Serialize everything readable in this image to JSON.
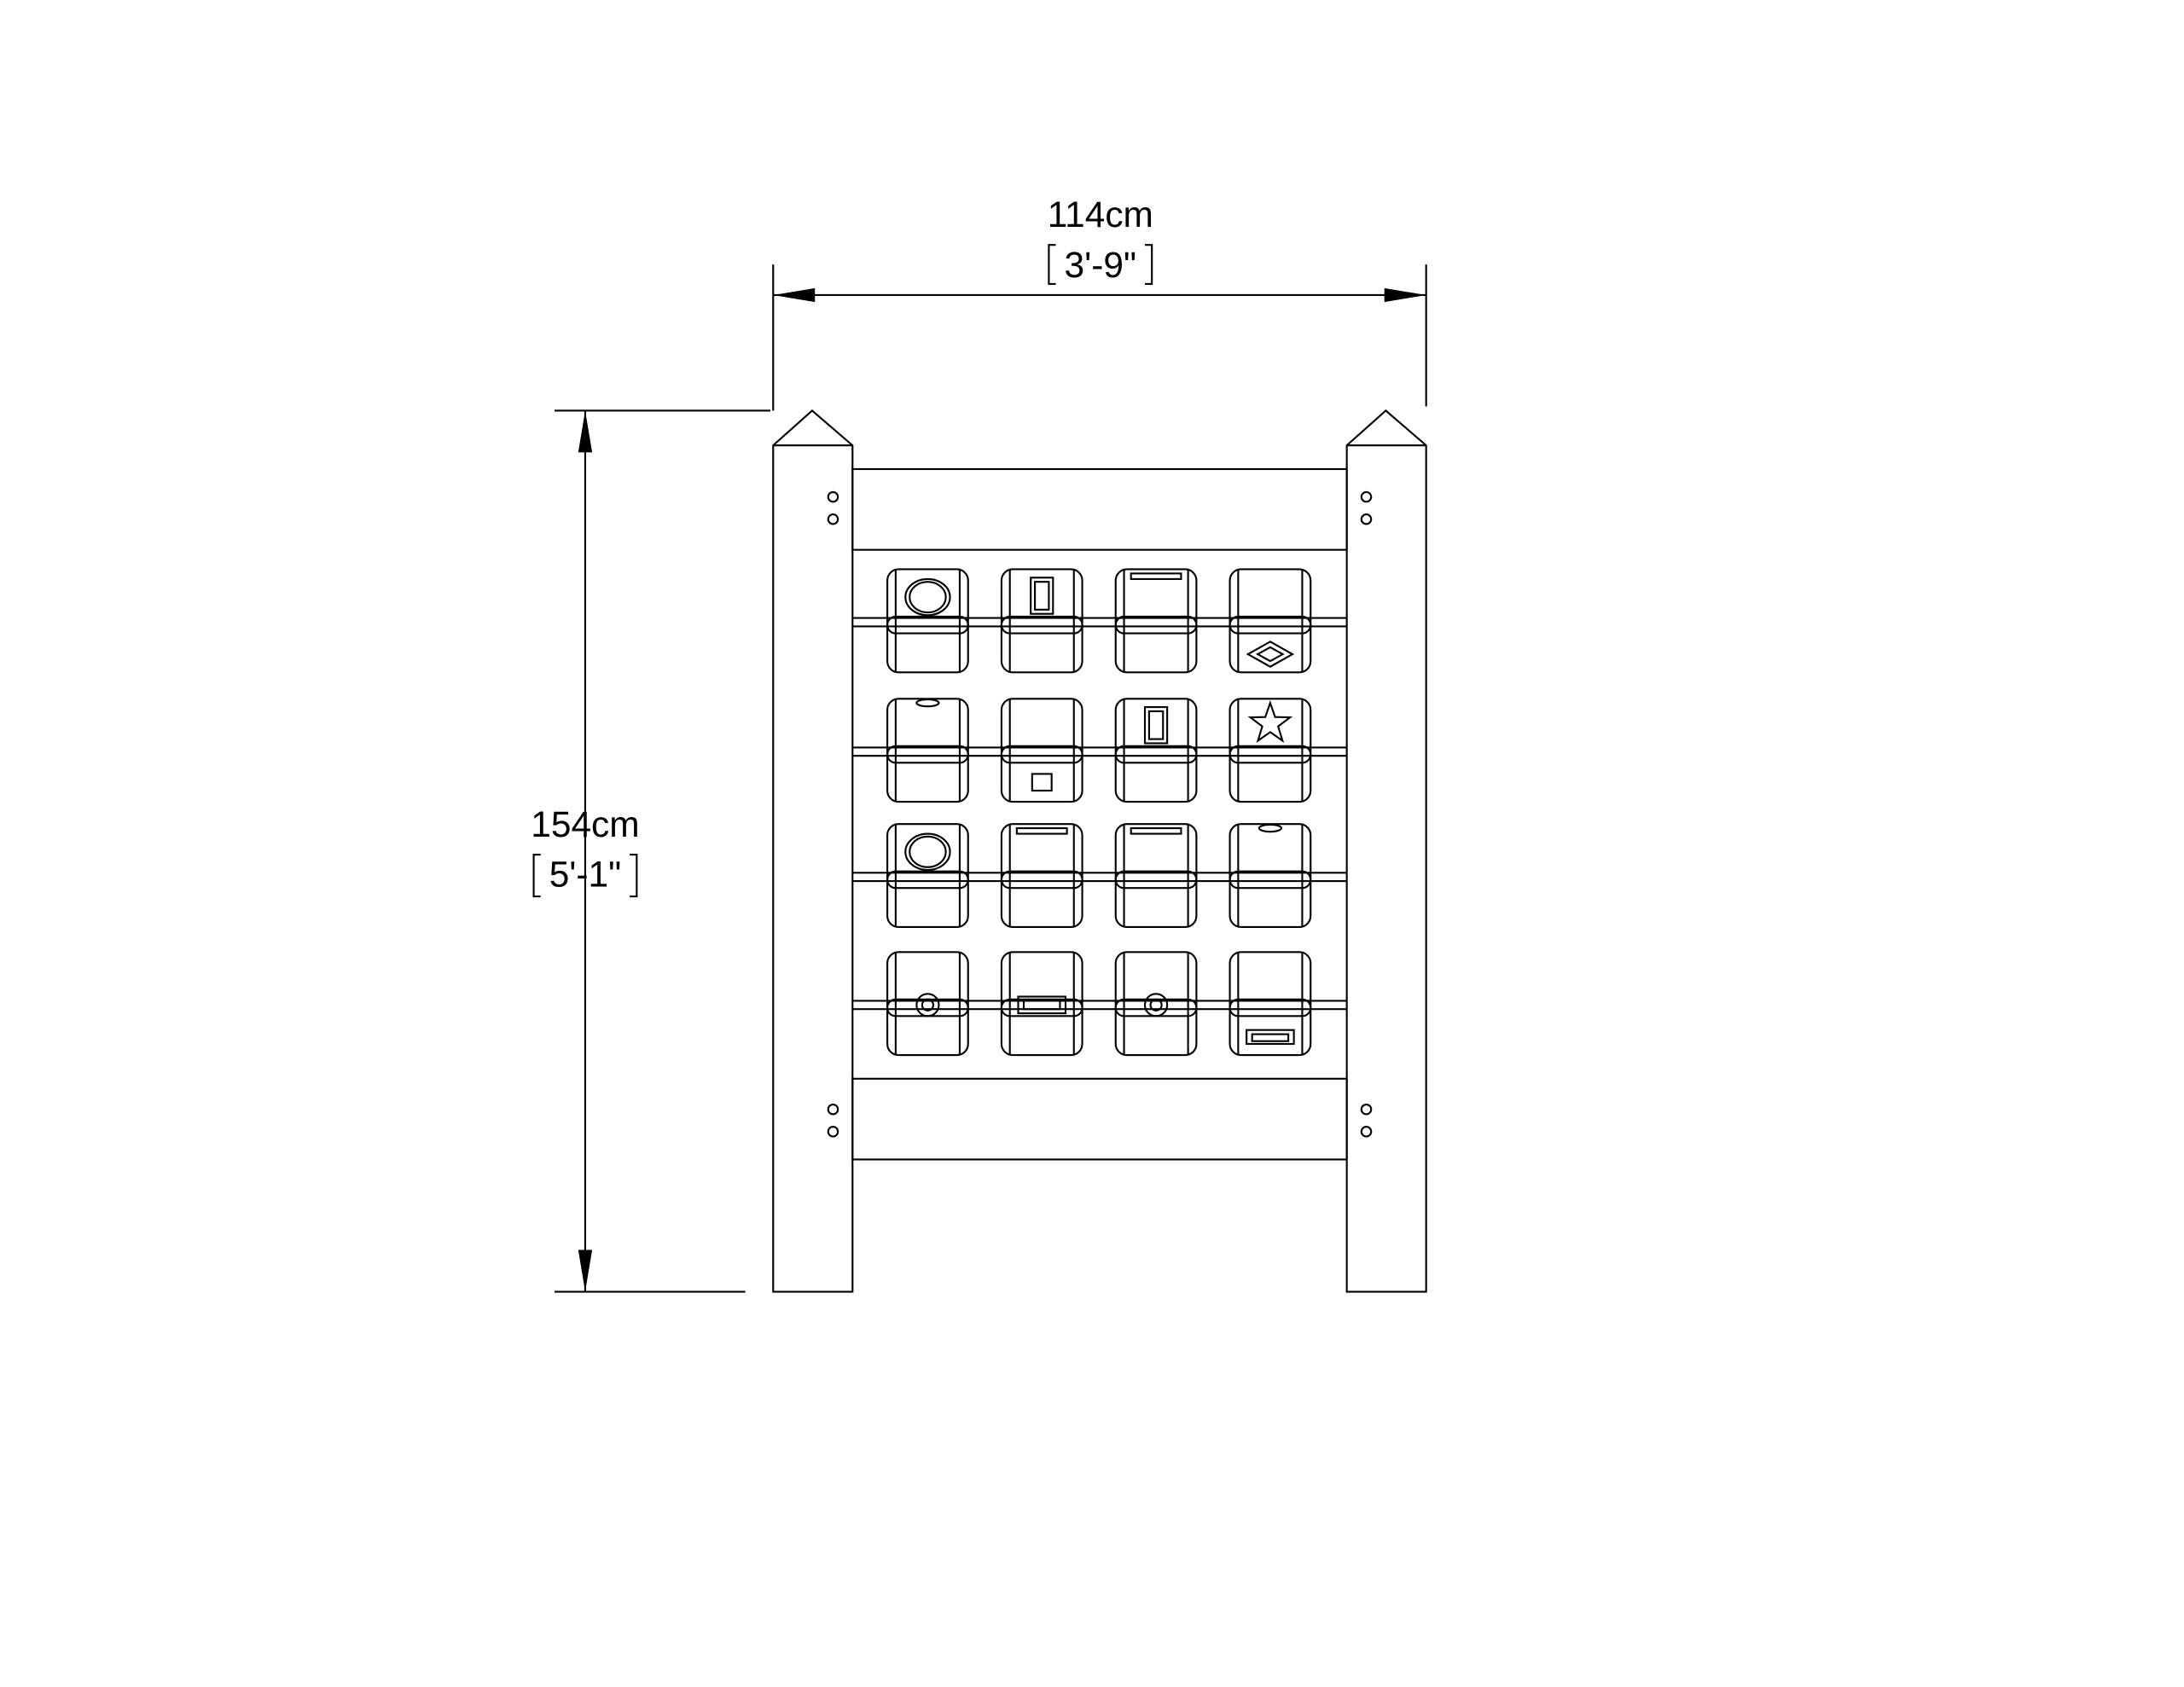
{
  "dimensions": {
    "width": {
      "metric": "114cm",
      "imperial": "3'-9\""
    },
    "height": {
      "metric": "154cm",
      "imperial": "5'-1\""
    }
  },
  "panel": {
    "rows": [
      [
        "circle-icon",
        "vertical-slot-icon",
        "top-groove-icon",
        "diamond-icon"
      ],
      [
        "top-button-icon",
        "small-square-icon",
        "vertical-slot-icon",
        "star-icon"
      ],
      [
        "circle-icon",
        "top-groove-icon",
        "top-groove-icon",
        "top-button-icon"
      ],
      [
        "ring-icon",
        "horizontal-slot-icon",
        "ring-icon",
        "horizontal-slot-low-icon"
      ]
    ]
  }
}
